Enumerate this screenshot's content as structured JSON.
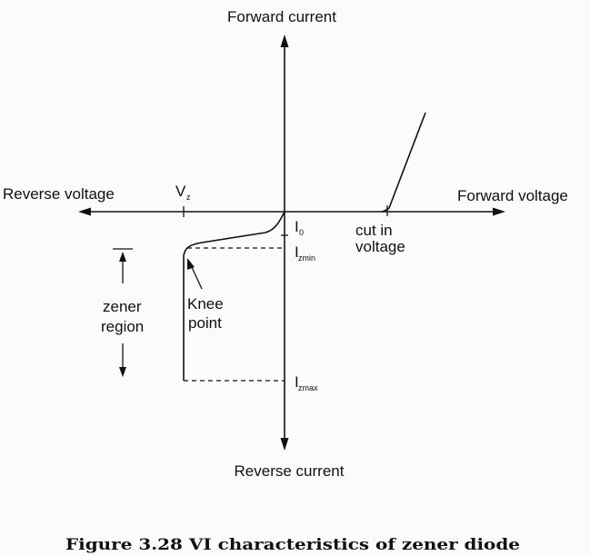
{
  "labels": {
    "forward_current": "Forward current",
    "reverse_current": "Reverse current",
    "reverse_voltage": "Reverse voltage",
    "forward_voltage": "Forward voltage",
    "vz_main": "V",
    "vz_sub": "z",
    "i0_main": "I",
    "i0_sub": "0",
    "izmin_main": "I",
    "izmin_sub": "zmin",
    "izmax_main": "I",
    "izmax_sub": "zmax",
    "cut_in_line1": "cut in",
    "cut_in_line2": "voltage",
    "zener_line1": "zener",
    "zener_line2": "region",
    "knee_line1": "Knee",
    "knee_line2": "point"
  },
  "caption": "Figure 3.28 VI characteristics of zener diode"
}
